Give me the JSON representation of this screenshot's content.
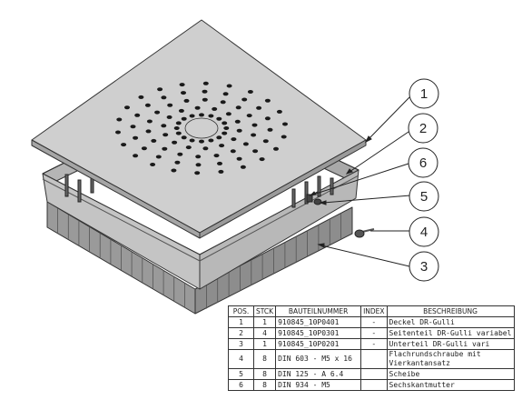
{
  "balloons": [
    "1",
    "2",
    "6",
    "5",
    "4",
    "3"
  ],
  "table": {
    "headers": [
      "POS.",
      "STCK",
      "BAUTEILNUMMER",
      "INDEX",
      "BESCHREIBUNG"
    ],
    "rows": [
      {
        "pos": "1",
        "qty": "1",
        "part": "910845_10P0401",
        "index": "-",
        "desc": [
          "Deckel DR-Gulli"
        ]
      },
      {
        "pos": "2",
        "qty": "4",
        "part": "910845_10P0301",
        "index": "-",
        "desc": [
          "Seitenteil DR-Gulli  variabel"
        ]
      },
      {
        "pos": "3",
        "qty": "1",
        "part": "910845_10P0201",
        "index": "-",
        "desc": [
          "Unterteil DR-Gulli vari"
        ]
      },
      {
        "pos": "4",
        "qty": "8",
        "part": "DIN 603 - M5 x 16",
        "index": "",
        "desc": [
          "Flachrundschraube mit",
          "Vierkantansatz"
        ]
      },
      {
        "pos": "5",
        "qty": "8",
        "part": "DIN 125 - A 6.4",
        "index": "",
        "desc": [
          "Scheibe"
        ]
      },
      {
        "pos": "6",
        "qty": "8",
        "part": "DIN 934 - M5",
        "index": "",
        "desc": [
          "Sechskantmutter"
        ]
      }
    ]
  }
}
